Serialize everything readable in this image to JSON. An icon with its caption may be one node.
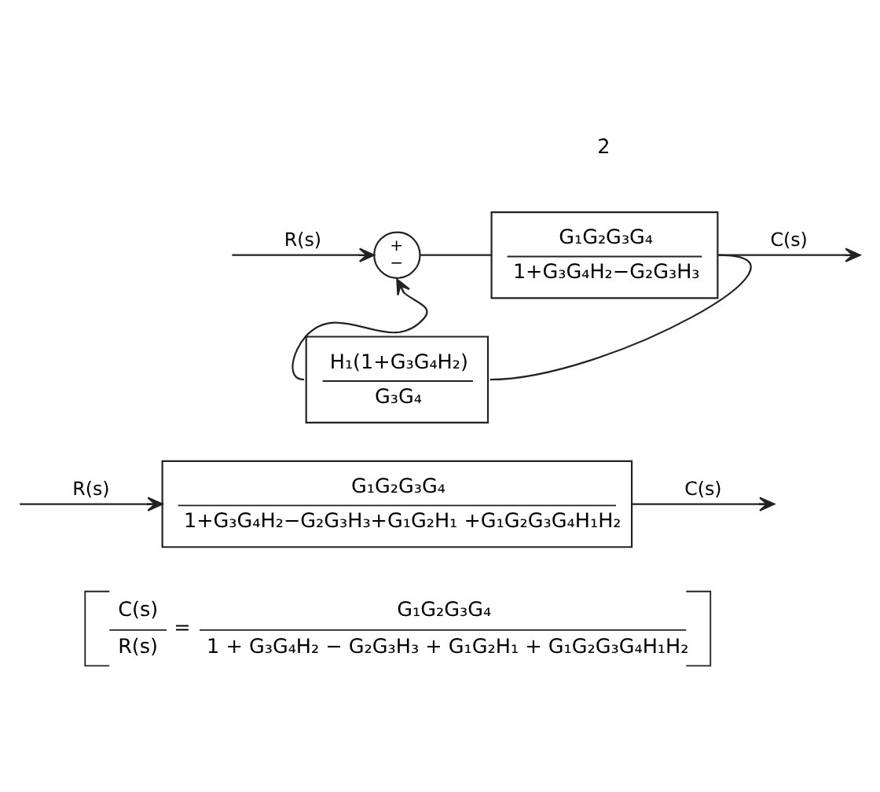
{
  "diagram": {
    "nodes": [
      {
        "text": [
          "+",
          "−"
        ]
      },
      {
        "text": [
          "G₁G₂G₃G₄",
          "1+G₃G₄H₂−G₂G₃H₃"
        ]
      },
      {
        "text": [
          "H₁(1+G₃G₄H₂)",
          "G₃G₄"
        ]
      },
      {
        "text": [
          "G₁G₂G₃G₄",
          "1+G₃G₄H₂−G₂G₃H₃+G₁G₂H₁ +G₁G₂G₃G₄H₁H₂"
        ]
      }
    ],
    "edges": [
      {
        "from": null,
        "to": 0,
        "arrow": "to",
        "label": "R(s)"
      },
      {
        "from": 0,
        "to": 1,
        "arrow": "none"
      },
      {
        "from": 1,
        "to": null,
        "arrow": "to",
        "label": "C(s)"
      },
      {
        "from": 1,
        "to": 2,
        "arrow": "none"
      },
      {
        "from": 2,
        "to": 0,
        "arrow": "to"
      },
      {
        "from": null,
        "to": 3,
        "arrow": "to",
        "label": "R(s)"
      },
      {
        "from": 3,
        "to": null,
        "arrow": "to",
        "label": "C(s)"
      }
    ],
    "labels": [
      "2",
      "C(s)",
      "R(s)",
      "=",
      "G₁G₂G₃G₄",
      "1 + G₃G₄H₂ − G₂G₃H₃ + G₁G₂H₁ + G₁G₂G₃G₄H₁H₂"
    ]
  }
}
